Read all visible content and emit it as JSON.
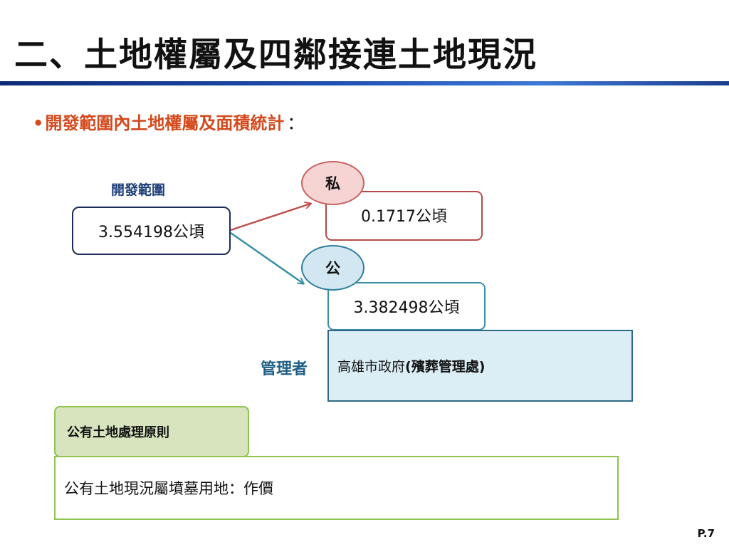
{
  "slide": {
    "title": "二、土地權屬及四鄰接連土地現況",
    "bullet_marker": "•",
    "bullet_text": "開發範圍內土地權屬及面積統計",
    "bullet_colon": "："
  },
  "diagram": {
    "range_label": "開發範圍",
    "range_value": "3.554198公頃",
    "private_label": "私",
    "private_value": "0.1717公頃",
    "public_label": "公",
    "public_value": "3.382498公頃",
    "manager_label": "管理者",
    "manager_name": "高雄市政府",
    "manager_unit": "(殯葬管理處)"
  },
  "principle": {
    "tab_label": "公有土地處理原則",
    "body_text": "公有土地現況屬墳墓用地：作價"
  },
  "footer": {
    "page_number": "P.7"
  },
  "colors": {
    "accent_orange": "#d4491c",
    "title_bar_blue": "#1f4fb0",
    "private_red": "#c9625f",
    "public_blue": "#2f7fa0",
    "principle_green": "#8fc24f"
  }
}
